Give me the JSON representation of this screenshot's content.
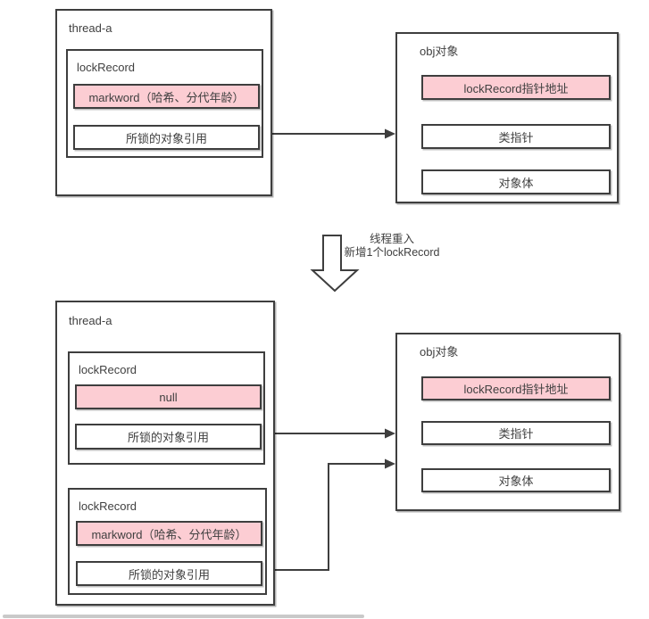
{
  "colors": {
    "pink_fill": "#fccdd3",
    "border": "#3e3e3e",
    "text": "#404040",
    "scrollbar_thumb": "#c9c9c9"
  },
  "top_section": {
    "thread_box": {
      "title": "thread-a",
      "lock_record": {
        "title": "lockRecord",
        "markword_cell": "markword（哈希、分代年龄）",
        "obj_ref_cell": "所锁的对象引用"
      }
    },
    "obj_box": {
      "title": "obj对象",
      "cells": [
        "lockRecord指针地址",
        "类指针",
        "对象体"
      ]
    }
  },
  "transition": {
    "line1": "线程重入",
    "line2": "新增1个lockRecord"
  },
  "bottom_section": {
    "thread_box": {
      "title": "thread-a",
      "lock_record_1": {
        "title": "lockRecord",
        "markword_cell": "null",
        "obj_ref_cell": "所锁的对象引用"
      },
      "lock_record_2": {
        "title": "lockRecord",
        "markword_cell": "markword（哈希、分代年龄）",
        "obj_ref_cell": "所锁的对象引用"
      }
    },
    "obj_box": {
      "title": "obj对象",
      "cells": [
        "lockRecord指针地址",
        "类指针",
        "对象体"
      ]
    }
  }
}
